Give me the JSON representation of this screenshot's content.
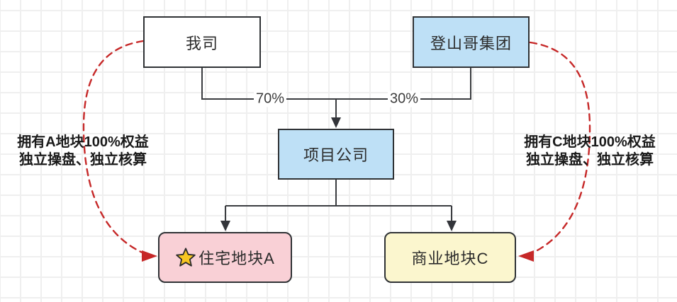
{
  "nodes": {
    "our_company": {
      "label": "我司"
    },
    "group": {
      "label": "登山哥集团"
    },
    "project_company": {
      "label": "项目公司"
    },
    "plot_a": {
      "label": "住宅地块A",
      "icon": "star"
    },
    "plot_c": {
      "label": "商业地块C"
    }
  },
  "edges": {
    "left_share": "70%",
    "right_share": "30%"
  },
  "annotations": {
    "left": {
      "line1": "拥有A地块100%权益",
      "line2": "独立操盘、独立核算"
    },
    "right": {
      "line1": "拥有C地块100%权益",
      "line2": "独立操盘、独立核算"
    }
  },
  "colors": {
    "blue_fill": "#bee0f6",
    "pink_fill": "#f9d0d6",
    "yellow_fill": "#fbf6ce",
    "white_fill": "#ffffff",
    "node_border": "#2f3235",
    "connector": "#3a3c40",
    "red_accent": "#c62828",
    "star_fill": "#f8c622",
    "grid_line": "#efefef"
  }
}
